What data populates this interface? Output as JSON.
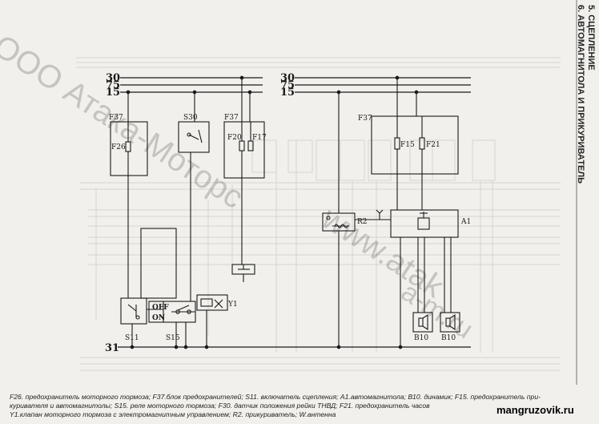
{
  "side_headings": [
    "5. СЦЕПЛЕНИЕ",
    "6. АВТОМАГНИТОЛА И ПРИКУРИВАТЕЛЬ"
  ],
  "watermarks": [
    "ООО Атака-Моторс",
    "www.atak",
    "a-m.ru"
  ],
  "diagram": {
    "bus_left": [
      "30",
      "75",
      "15"
    ],
    "bus_right": [
      "30",
      "75",
      "15"
    ],
    "ground": "31",
    "components": {
      "f37_left": "F37",
      "f26": "F26",
      "s30": "S30",
      "f37_mid": "F37",
      "f20": "F20",
      "f17": "F17",
      "f37_right": "F37",
      "f15": "F15",
      "f21": "F21",
      "r2": "R2",
      "a1": "A1",
      "y1": "Y1",
      "s11": "S11",
      "s15": "S15",
      "s15_off": "OFF",
      "s15_on": "ON",
      "b10_left": "B10",
      "b10_right": "B10"
    }
  },
  "caption": [
    "F26. предохранитель моторного тормоза; F37.блок предохранителей; S11. включатель сцепления; A1.автомагнитола; B10. динамик; F15. предохранитель при-",
    "куривателя и автомагнитолы; S15. реле моторного тормоза; F30. датчик положения рейки ТНВД; F21. предохранитель часов",
    "Y1.клапан моторного тормоза с электромагнитным управлением; R2. прикуриватель; W.антенна"
  ],
  "site": "mangruzovik.ru"
}
